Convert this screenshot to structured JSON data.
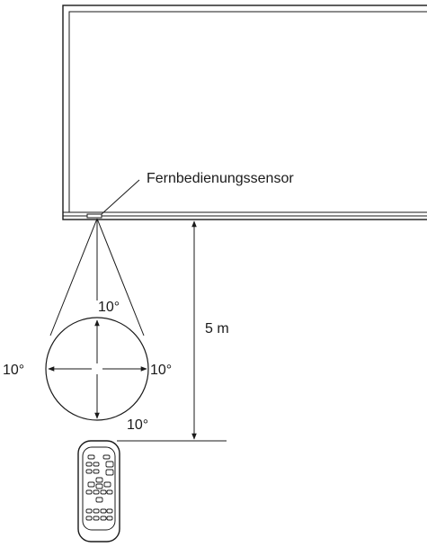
{
  "diagram": {
    "sensor_label": "Fernbedienungssensor",
    "distance_label": "5 m",
    "angle_top": "10°",
    "angle_left": "10°",
    "angle_right": "10°",
    "angle_bottom": "10°"
  },
  "colors": {
    "line": "#1a1a1a",
    "background": "#ffffff"
  }
}
